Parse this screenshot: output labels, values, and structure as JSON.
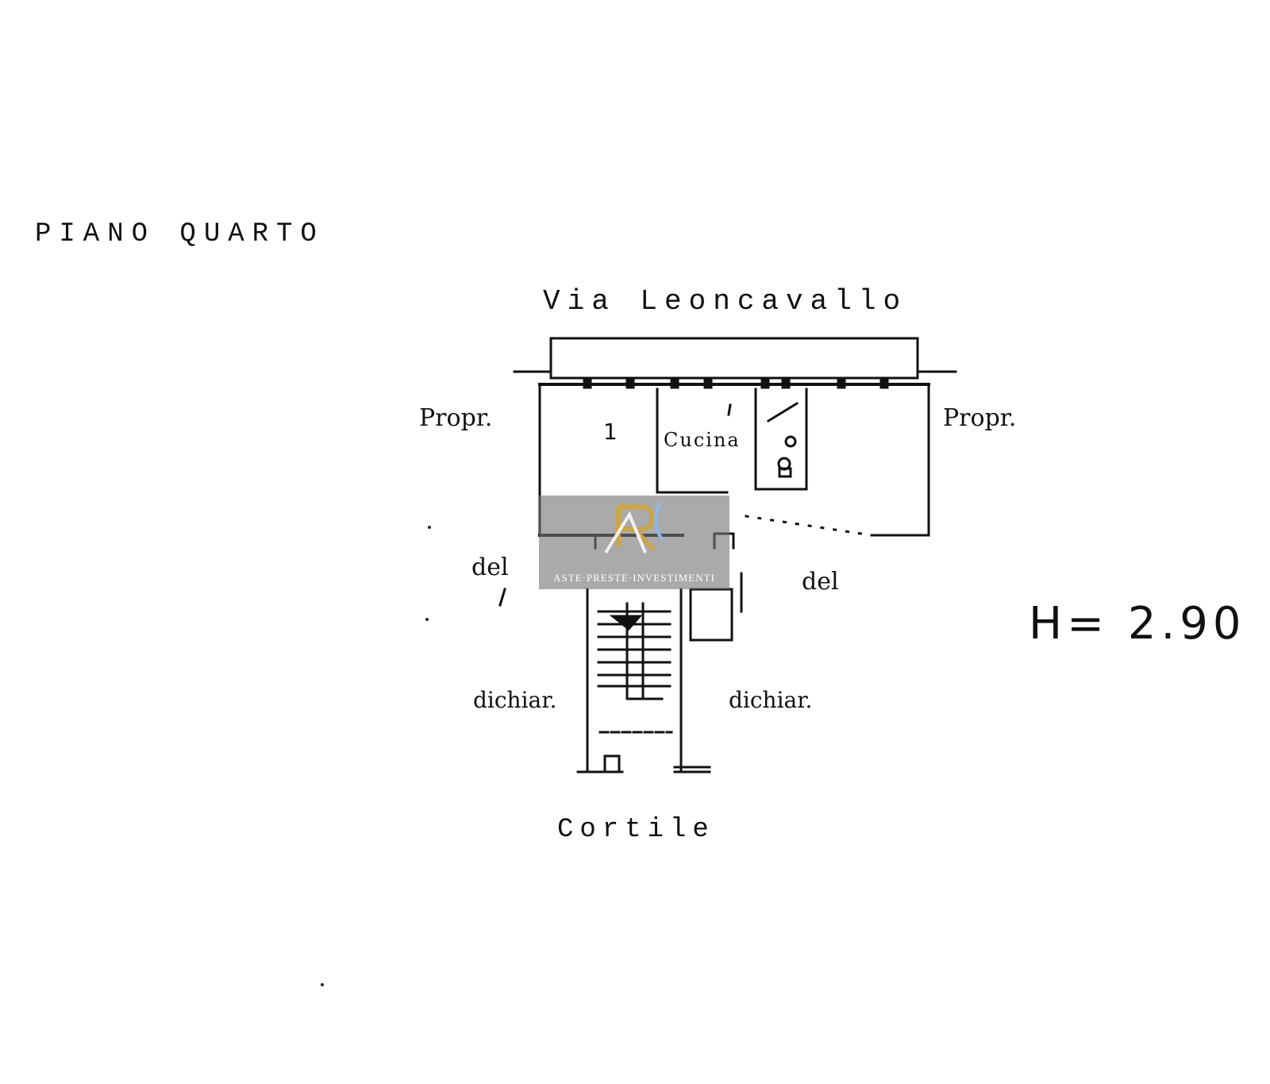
{
  "title": "PIANO QUARTO",
  "street": "Via Leoncavallo",
  "courtyard": "Cortile",
  "owner_left": "Propr.",
  "owner_right": "Propr.",
  "del_left": "del",
  "del_right": "del",
  "declared_left": "dichiar.",
  "declared_right": "dichiar.",
  "room_kitchen": "Cucina",
  "room_one": "1",
  "ceiling_height": "H= 2.90",
  "watermark": {
    "brand_text": "ASTE·PRESTE·INVESTIMENTI",
    "logo_icon": "rpi-monogram-icon",
    "gold": "#c9a64a",
    "blue": "#8fb8e8"
  },
  "colors": {
    "ink": "#111111",
    "paper": "#ffffff"
  }
}
